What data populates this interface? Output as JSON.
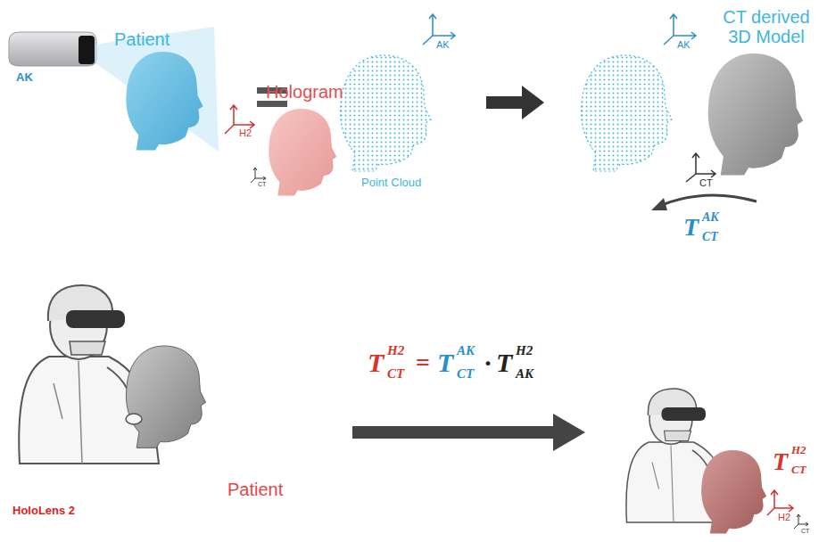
{
  "diagram": {
    "labels": [
      "AK",
      "Patient",
      "AK",
      "Point Cloud",
      "AK",
      "CT derived 3D Model",
      "CT",
      "T",
      "AK",
      "CT",
      "Hologram",
      "H2",
      "CT",
      "T",
      "H2",
      "CT",
      "=",
      "T",
      "AK",
      "CT",
      "·",
      "T",
      "H2",
      "AK",
      "Patient",
      "HoloLens 2",
      "T",
      "H2",
      "CT",
      "H2",
      "CT"
    ]
  }
}
